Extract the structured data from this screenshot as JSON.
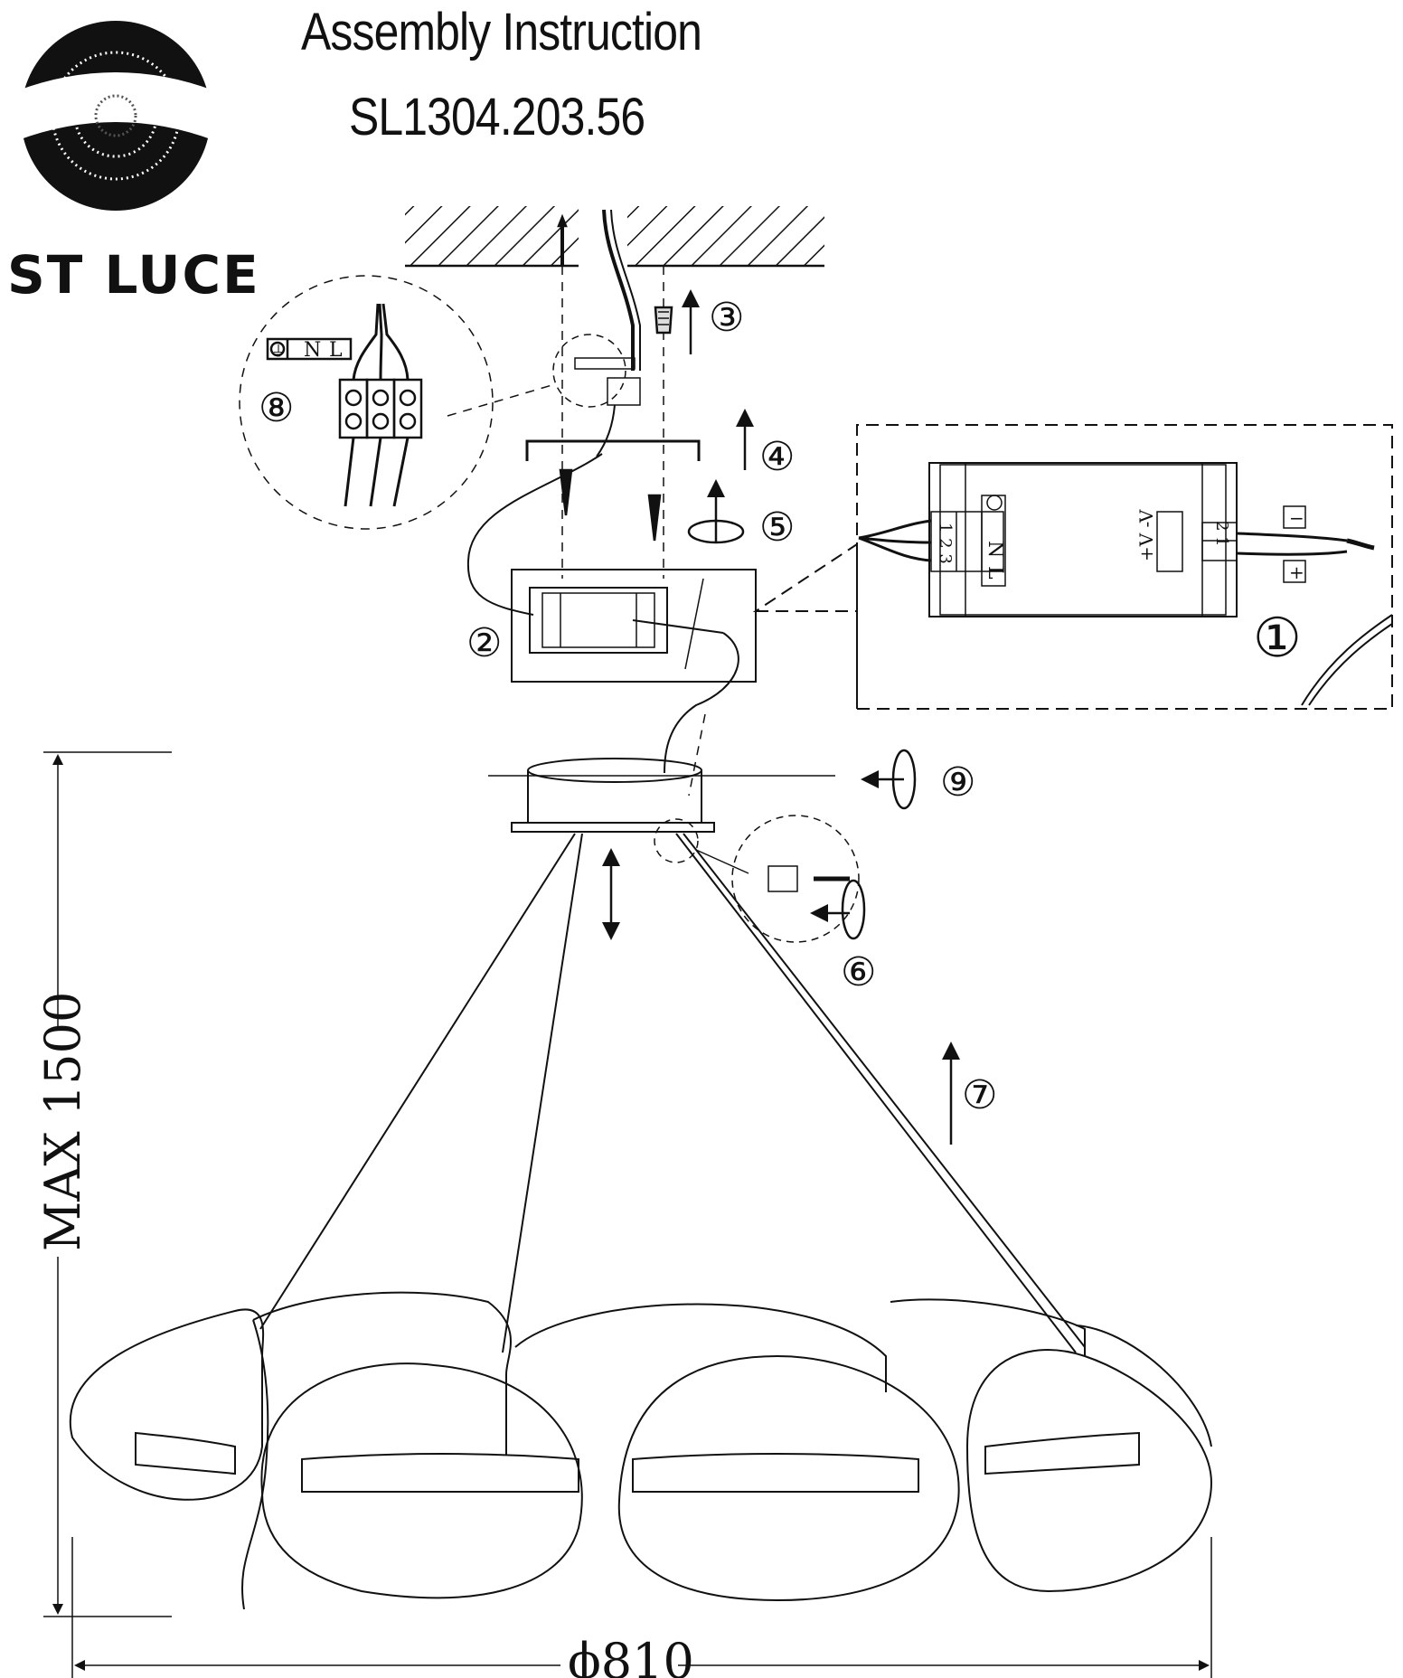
{
  "header": {
    "title": "Assembly Instruction",
    "model": "SL1304.203.56",
    "brand": "ST LUCE"
  },
  "steps": [
    "①",
    "②",
    "③",
    "④",
    "⑤",
    "⑥",
    "⑦",
    "⑧",
    "⑨"
  ],
  "terminal": {
    "ground": "⏚",
    "n": "N",
    "l": "L"
  },
  "driver": {
    "in_pins": "1 2 3",
    "in_n": "N",
    "in_l": "L",
    "out_label": "+V -V",
    "out_pins": "2 1",
    "minus": "−",
    "plus": "+"
  },
  "dimensions": {
    "height": "MAX 1500",
    "diameter": "ϕ810"
  }
}
